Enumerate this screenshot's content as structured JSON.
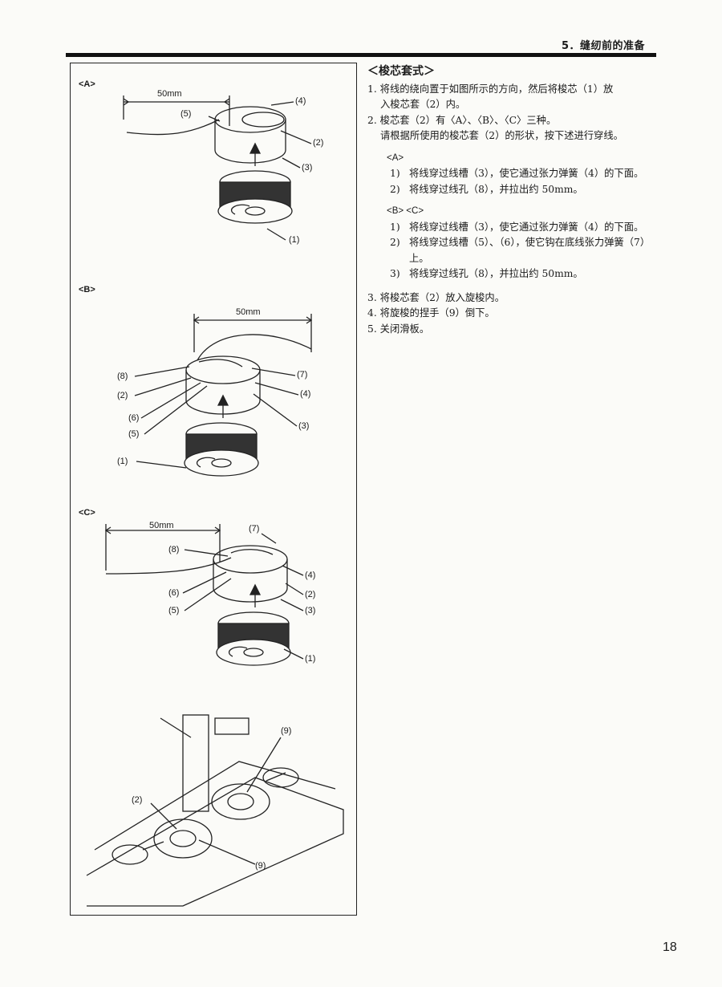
{
  "header": {
    "section": "5．缝纫前的准备"
  },
  "figures": {
    "a": {
      "label": "<A>",
      "dimension": "50mm",
      "callouts": [
        "(5)",
        "(4)",
        "(2)",
        "(3)",
        "(1)"
      ]
    },
    "b": {
      "label": "<B>",
      "dimension": "50mm",
      "callouts": [
        "(8)",
        "(2)",
        "(6)",
        "(5)",
        "(1)",
        "(7)",
        "(4)",
        "(3)"
      ]
    },
    "c": {
      "label": "<C>",
      "dimension": "50mm",
      "callouts": [
        "(7)",
        "(8)",
        "(4)",
        "(6)",
        "(2)",
        "(5)",
        "(3)",
        "(1)"
      ]
    },
    "d": {
      "callouts": [
        "(9)",
        "(2)",
        "(9)"
      ]
    }
  },
  "text": {
    "title": "＜梭芯套式＞",
    "step1a": "1. 将线的绕向置于如图所示的方向，然后将梭芯（1）放",
    "step1b": "入梭芯套（2）内。",
    "step2a": "2. 梭芯套（2）有〈A〉、〈B〉、〈C〉三种。",
    "step2b": "请根据所使用的梭芯套（2）的形状，按下述进行穿线。",
    "subA": "<A>",
    "a1n": "1)",
    "a1": "将线穿过线槽（3），使它通过张力弹簧（4）的下面。",
    "a2n": "2)",
    "a2": "将线穿过线孔（8），并拉出约 50mm。",
    "subBC": "<B> <C>",
    "b1n": "1)",
    "b1": "将线穿过线槽（3），使它通过张力弹簧（4）的下面。",
    "b2n": "2)",
    "b2": "将线穿过线槽（5）、（6），使它钩在底线张力弹簧（7）上。",
    "b3n": "3)",
    "b3": "将线穿过线孔（8），并拉出约 50mm。",
    "step3": "3. 将梭芯套（2）放入旋梭内。",
    "step4": "4. 将旋梭的捏手（9）倒下。",
    "step5": "5. 关闭滑板。"
  },
  "page_number": "18"
}
